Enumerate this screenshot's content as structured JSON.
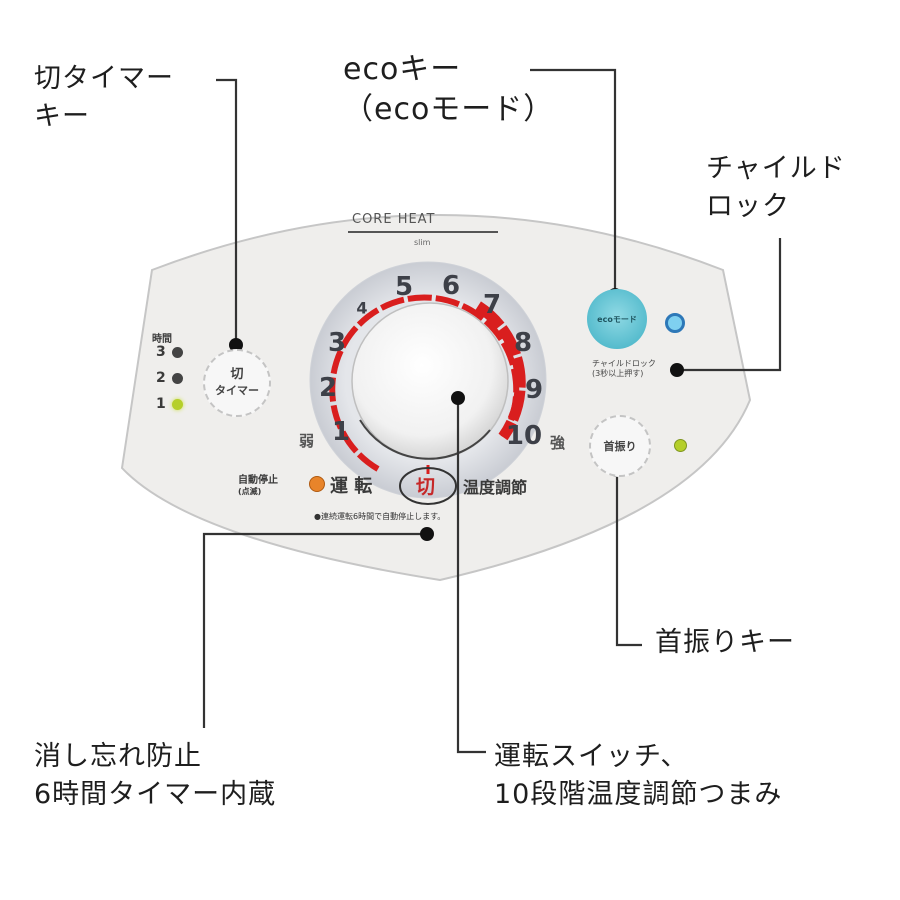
{
  "callouts": {
    "off_timer_key": {
      "line1": "切タイマー",
      "line2": "キー"
    },
    "eco_key": {
      "line1": "ecoキー",
      "line2": "（ecoモード）"
    },
    "child_lock": {
      "line1": "チャイルド",
      "line2": "ロック"
    },
    "swing_key": {
      "line1": "首振りキー"
    },
    "auto_off_timer": {
      "line1": "消し忘れ防止",
      "line2": "6時間タイマー内蔵"
    },
    "power_dial": {
      "line1": "運転スイッチ、",
      "line2": "10段階温度調節つまみ"
    }
  },
  "panel": {
    "brand": "CORE HEAT",
    "brand_sub": "slim",
    "timer_label": "時間",
    "timer_levels": [
      "3",
      "2",
      "1"
    ],
    "timer_button": {
      "line1": "切",
      "line2": "タイマー"
    },
    "dial_numbers": [
      "1",
      "2",
      "3",
      "4",
      "5",
      "6",
      "7",
      "8",
      "9",
      "10"
    ],
    "dial_min_label": "弱",
    "dial_max_label": "強",
    "eco_button": "ecoモード",
    "child_lock_label": {
      "line1": "チャイルドロック",
      "line2": "(3秒以上押す)"
    },
    "swing_button": "首振り",
    "auto_stop": {
      "line1": "自動停止",
      "line2": "(点滅)"
    },
    "power_label": "運 転",
    "off_label": "切",
    "temp_label": "温度調節",
    "notice": "●連続運転6時間で自動停止します。"
  },
  "colors": {
    "panel_bg": "#efeeec",
    "panel_edge": "#c9c9c9",
    "dial_ring": "#d3d6dd",
    "heat_red": "#d91e1e",
    "eco_teal": "#5fc4d4",
    "led_green": "#b5cf2a",
    "led_orange": "#e8842a",
    "led_blue": "#4aa8e0",
    "leader": "#333333"
  }
}
